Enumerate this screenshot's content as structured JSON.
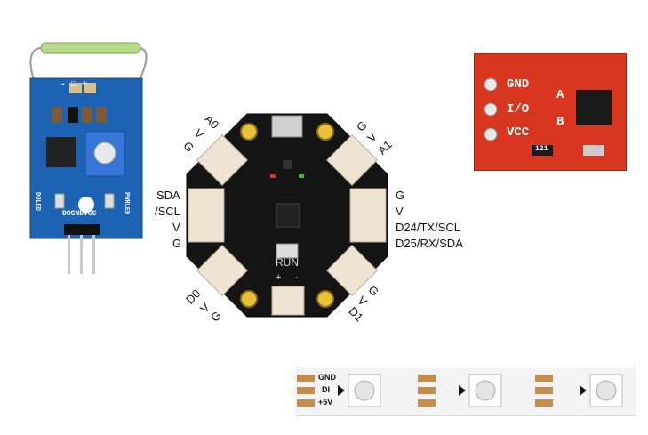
{
  "hall_sensor": {
    "pin_labels": "- □ +",
    "bottom_label": "DOGNDVCC",
    "led_left": "DOLED",
    "led_right": "PWRLED"
  },
  "controller": {
    "left_pins": [
      "SDA",
      "/SCL",
      "V",
      "G"
    ],
    "right_pins": [
      "G",
      "V",
      "D24/TX/SCL",
      "D25/RX/SDA"
    ],
    "top_left": "A0",
    "top_left_v": "V",
    "top_left_g": "G",
    "top_right": "A1",
    "top_right_v": "V",
    "top_right_g": "G",
    "bottom_left": "D0",
    "bottom_left_v": "V",
    "bottom_left_g": "G",
    "bottom_right": "D1",
    "bottom_right_v": "V",
    "bottom_right_g": "G",
    "run_label": "RUN",
    "battery_plus": "+",
    "battery_minus": "-"
  },
  "touch_module": {
    "pin1": "GND",
    "pin2": "I/O",
    "pin3": "VCC",
    "pad_a": "A",
    "pad_b": "B",
    "resistor": "121"
  },
  "led_strip": {
    "pads": [
      "GND",
      "DI",
      "+5V"
    ]
  }
}
